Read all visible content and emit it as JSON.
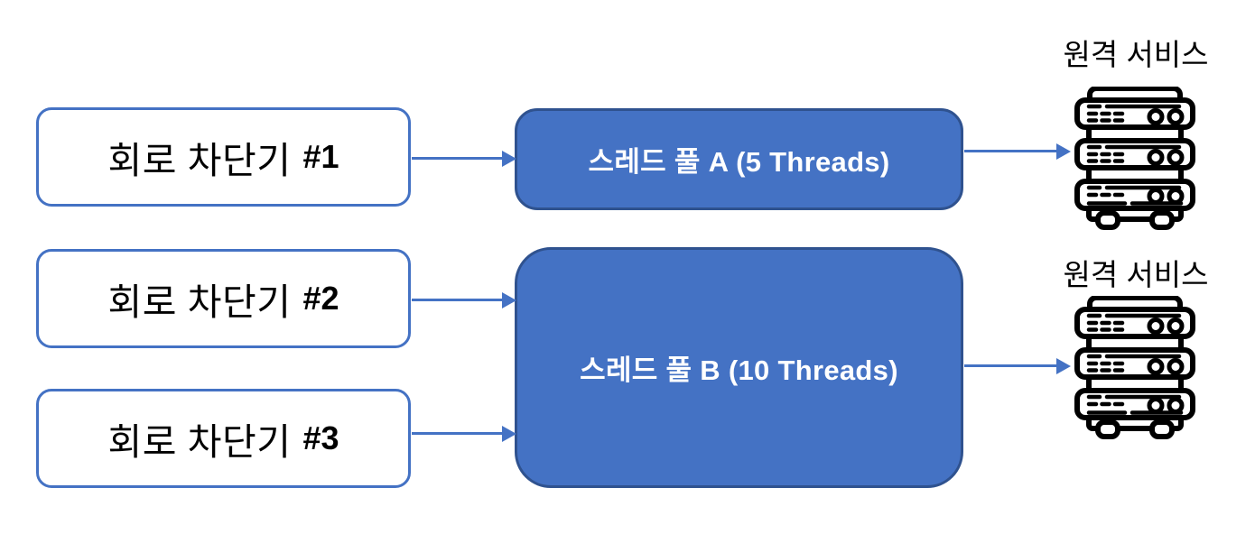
{
  "diagram": {
    "title": "circuit breaker thread pool isolation diagram",
    "circuit_breakers": [
      {
        "name": "회로 차단기",
        "id": "#1"
      },
      {
        "name": "회로 차단기",
        "id": "#2"
      },
      {
        "name": "회로 차단기",
        "id": "#3"
      }
    ],
    "thread_pools": [
      {
        "label": "스레드 풀 A (5 Threads)"
      },
      {
        "label": "스레드 풀 B (10 Threads)"
      }
    ],
    "remote_services": [
      {
        "label": "원격 서비스",
        "icon": "server-stack-icon"
      },
      {
        "label": "원격 서비스",
        "icon": "server-stack-icon"
      }
    ],
    "arrows": [
      {
        "from": "circuit-breaker-1",
        "to": "thread-pool-a"
      },
      {
        "from": "circuit-breaker-2",
        "to": "thread-pool-b"
      },
      {
        "from": "circuit-breaker-3",
        "to": "thread-pool-b"
      },
      {
        "from": "thread-pool-a",
        "to": "remote-service-1"
      },
      {
        "from": "thread-pool-b",
        "to": "remote-service-2"
      }
    ],
    "colors": {
      "pool_fill": "#4472C4",
      "pool_border": "#2F528F",
      "outline_blue": "#4472C4",
      "arrow_blue": "#4472C4",
      "text_black": "#000000",
      "pool_text": "#FFFFFF",
      "icon_black": "#000000",
      "background": "#FFFFFF"
    }
  }
}
